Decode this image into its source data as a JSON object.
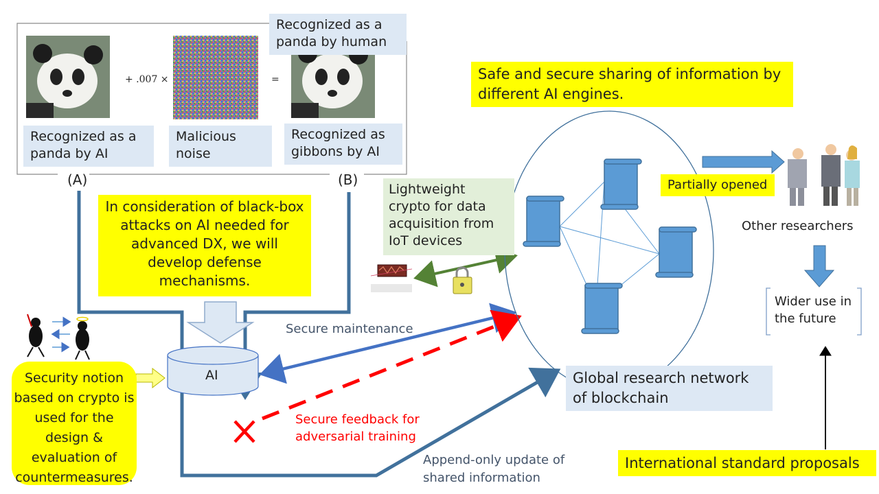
{
  "figure": {
    "formula_plus": "+ .007 ×",
    "formula_eq": "=",
    "label_a": "(A)",
    "label_b": "(B)",
    "recognized_ai": "Recognized as a panda by AI",
    "malicious_noise": "Malicious noise",
    "recognized_gibbon": "Recognized as gibbons by AI",
    "recognized_human": "Recognized as a panda by human"
  },
  "defense_text": "In consideration of black-box attacks on AI needed for advanced DX, we will develop defense mechanisms.",
  "ai_label": "AI",
  "security_notion": "Security notion based on crypto is used for the design & evaluation of countermeasures.",
  "safe_sharing": "Safe and secure sharing of information by different AI engines.",
  "lightweight_crypto": "Lightweight crypto for data acquisition from IoT devices",
  "secure_maintenance": "Secure maintenance",
  "secure_feedback": "Secure feedback for adversarial training",
  "append_only": "Append-only update of shared information",
  "global_network": "Global research network of blockchain",
  "partially_opened": "Partially opened",
  "other_researchers": "Other researchers",
  "wider_use": "Wider use in the future",
  "international_standard": "International standard proposals",
  "colors": {
    "yellow": "#ffff00",
    "light_blue": "#dde8f4",
    "light_green": "#e2efd9",
    "arrow_blue": "#4472c4",
    "flow_blue": "#41719c",
    "feedback_red": "#ff0000",
    "arrow_green": "#548235",
    "scroll_blue": "#5b9bd5"
  }
}
